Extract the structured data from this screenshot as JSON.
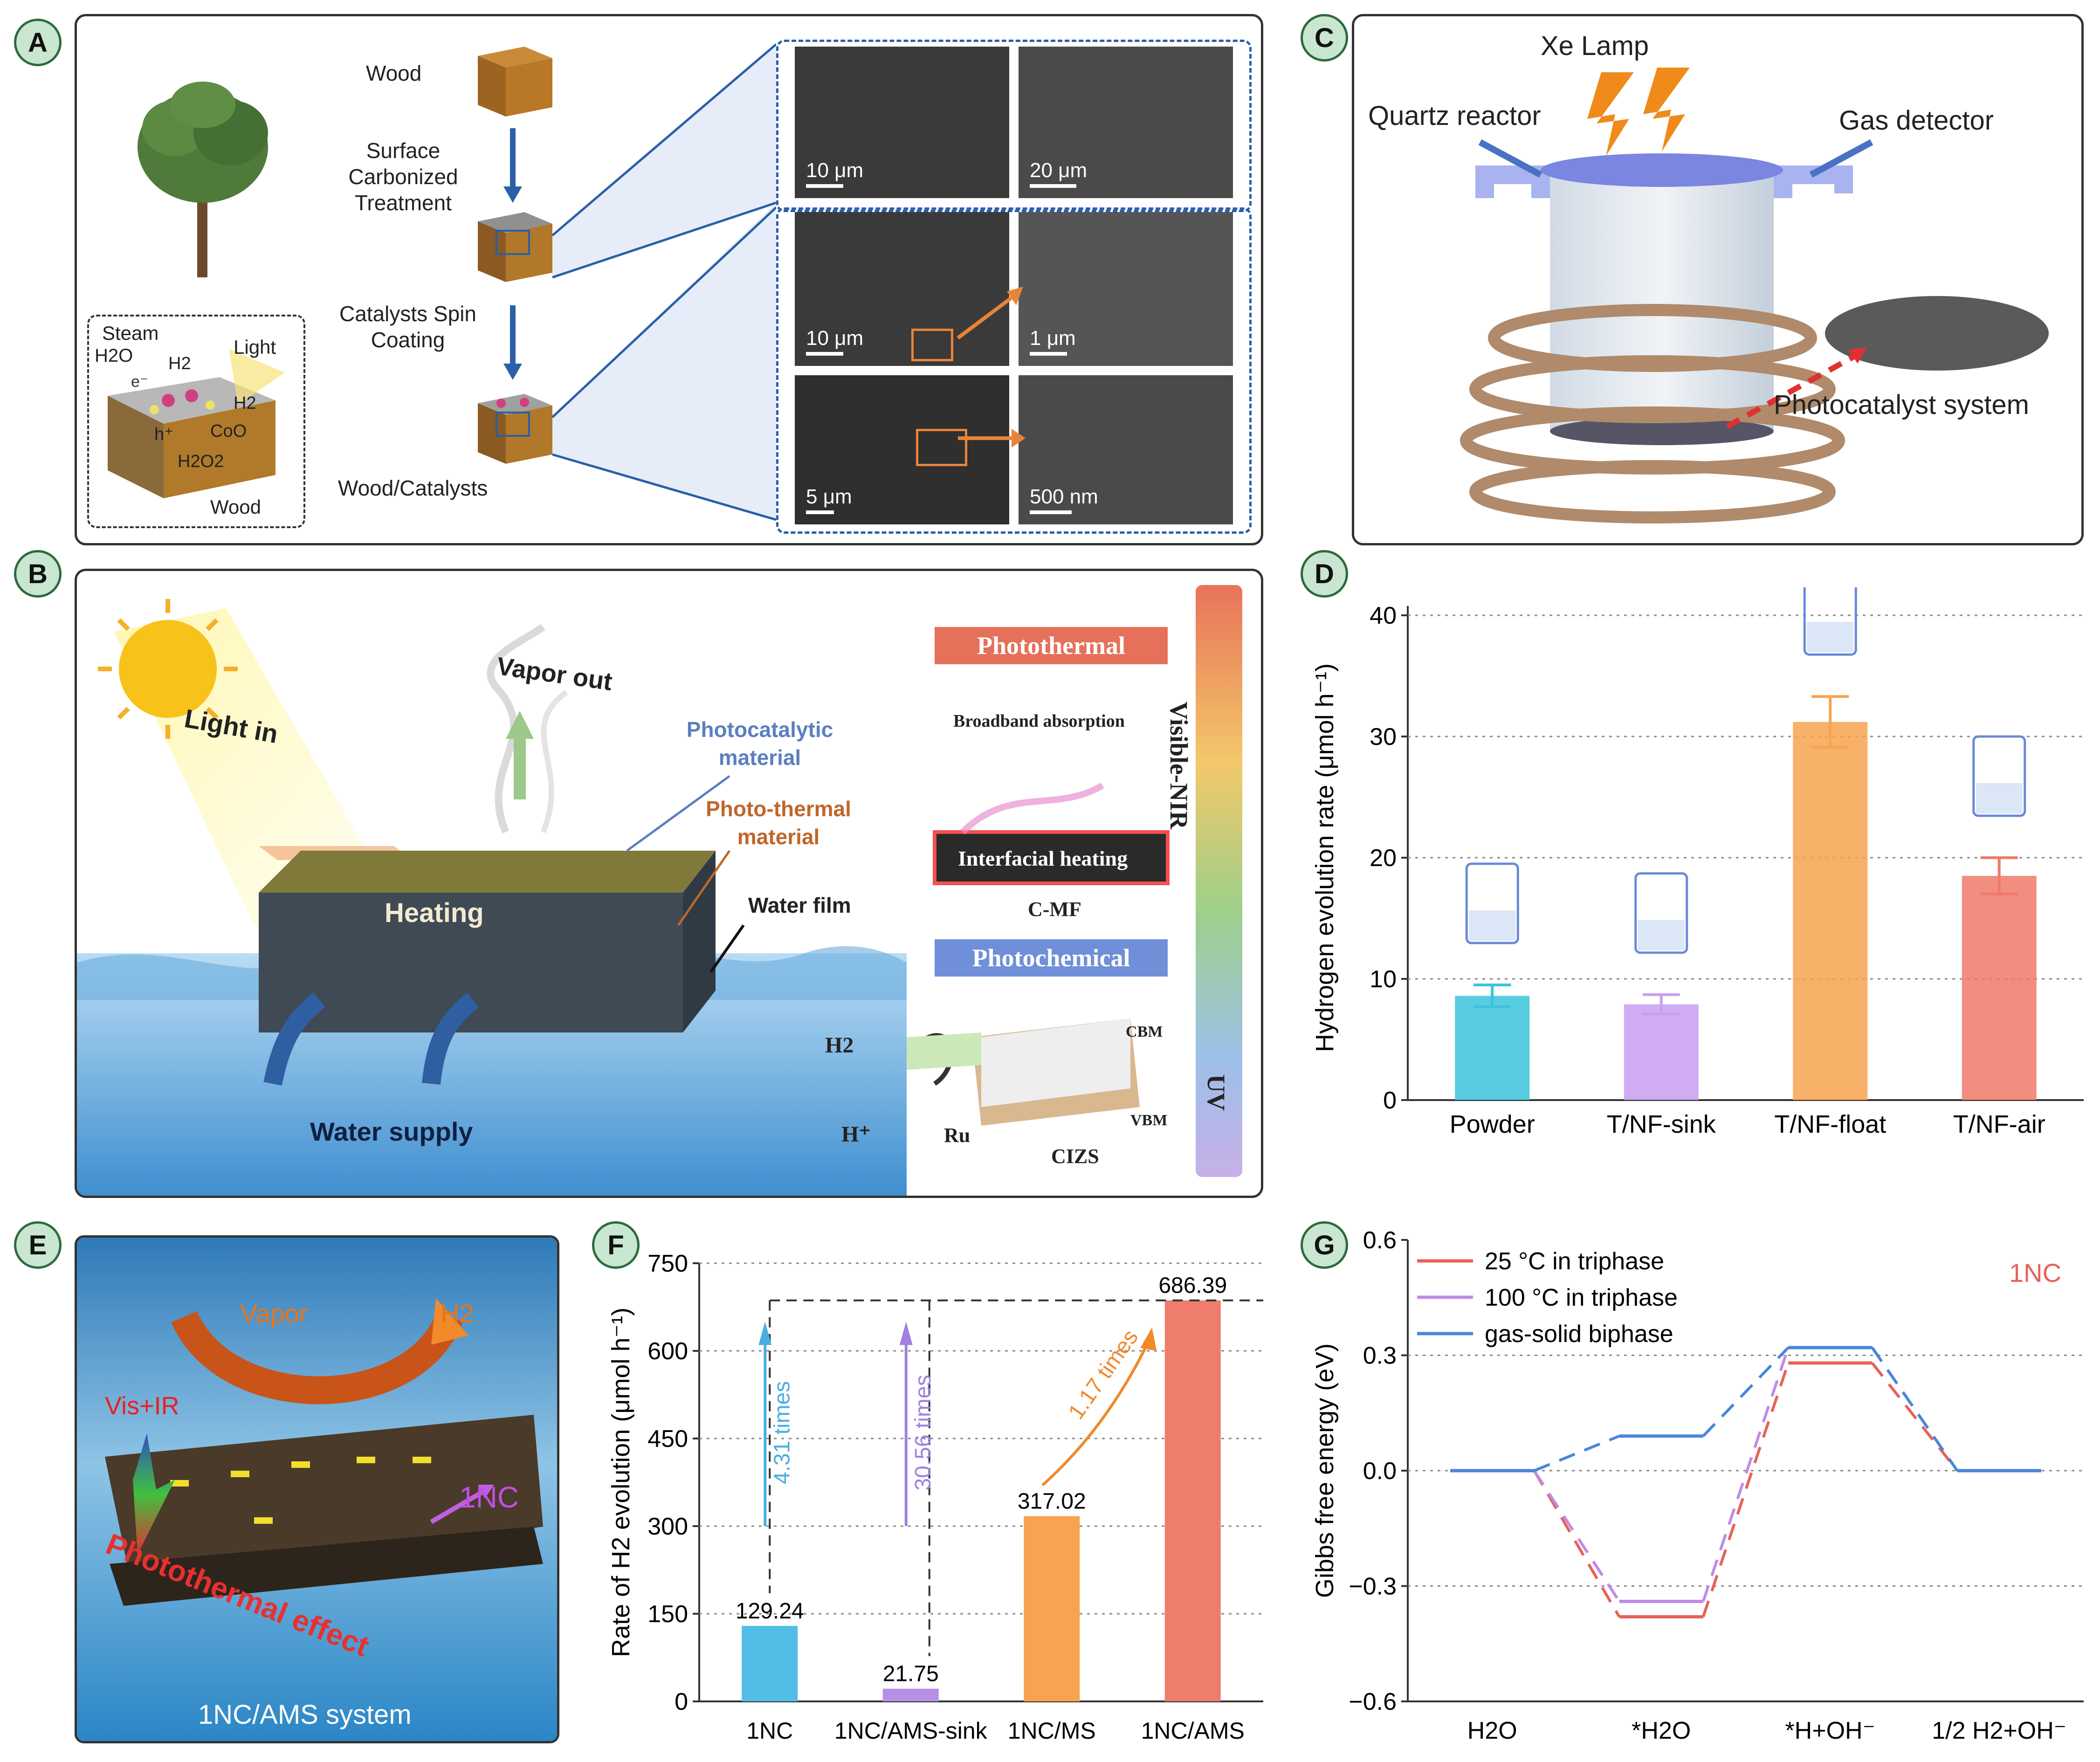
{
  "panel_labels": {
    "a": "A",
    "b": "B",
    "c": "C",
    "d": "D",
    "e": "E",
    "f": "F",
    "g": "G"
  },
  "panel_a": {
    "wood": "Wood",
    "step1": "Surface Carbonized Treatment",
    "step2": "Catalysts Spin Coating",
    "product": "Wood/Catalysts",
    "inset": {
      "steam": "Steam",
      "h2o": "H2O",
      "h2_a": "H2",
      "light": "Light",
      "h2_b": "H2",
      "e": "e⁻",
      "h": "h⁺",
      "coo": "CoO",
      "h2o2": "H2O2",
      "wood": "Wood"
    },
    "scalebars": [
      "10 μm",
      "20 μm",
      "10 μm",
      "1 μm",
      "5 μm",
      "500 nm"
    ]
  },
  "panel_b": {
    "light_in": "Light in",
    "vapor_out": "Vapor out",
    "photocatalytic": "Photocatalytic material",
    "photothermal_mat": "Photo-thermal material",
    "heating": "Heating",
    "water_film": "Water film",
    "water_supply": "Water supply",
    "h2": "H2",
    "hplus": "H⁺",
    "photothermal_badge": "Photothermal",
    "broadband": "Broadband absorption",
    "interfacial": "Interfacial heating",
    "cmf": "C-MF",
    "photochemical_badge": "Photochemical",
    "cbm": "CBM",
    "vbm": "VBM",
    "ru": "Ru",
    "cizs": "CIZS",
    "vis_nir": "Visible-NIR",
    "uv": "UV"
  },
  "panel_c": {
    "xe_lamp": "Xe Lamp",
    "quartz": "Quartz reactor",
    "gas_detector": "Gas detector",
    "photocatalyst": "Photocatalyst system"
  },
  "panel_e": {
    "vapor": "Vapor",
    "h2": "H2",
    "vis_ir": "Vis+IR",
    "onenc": "1NC",
    "effect": "Photothermal effect",
    "system": "1NC/AMS system"
  },
  "chart_data": [
    {
      "panel": "D",
      "type": "bar",
      "categories": [
        "Powder",
        "T/NF-sink",
        "T/NF-float",
        "T/NF-air"
      ],
      "values": [
        8.6,
        7.9,
        31.2,
        18.5
      ],
      "errors": [
        0.9,
        0.8,
        2.1,
        1.5
      ],
      "colors": [
        "#3cc3dc",
        "#c89ff0",
        "#f7a34f",
        "#f07a6a"
      ],
      "ylabel": "Hydrogen evolution rate (μmol h⁻¹)",
      "ylim": [
        0,
        40
      ],
      "yticks": [
        0,
        10,
        20,
        30,
        40
      ],
      "grid": true
    },
    {
      "panel": "F",
      "type": "bar",
      "categories": [
        "1NC",
        "1NC/AMS-sink",
        "1NC/MS",
        "1NC/AMS"
      ],
      "values": [
        129.24,
        21.75,
        317.02,
        686.39
      ],
      "value_labels": [
        "129.24",
        "21.75",
        "317.02",
        "686.39"
      ],
      "colors": [
        "#52bde6",
        "#b68fe6",
        "#f7a34f",
        "#ee7d6d"
      ],
      "ylabel": "Rate of H2 evolution (μmol h⁻¹)",
      "ylim": [
        0,
        750
      ],
      "yticks": [
        0,
        150,
        300,
        450,
        600,
        750
      ],
      "annotations": [
        "4.31 times",
        "30.56 times",
        "1.17 times"
      ],
      "grid": true
    },
    {
      "panel": "G",
      "type": "line",
      "categories": [
        "H2O",
        "*H2O",
        "*H+OH⁻",
        "1/2 H2+OH⁻"
      ],
      "series": [
        {
          "name": "25 °C in triphase",
          "values": [
            0.0,
            -0.38,
            0.28,
            0.0
          ],
          "color": "#e8615a"
        },
        {
          "name": "100 °C in triphase",
          "values": [
            0.0,
            -0.34,
            0.32,
            0.0
          ],
          "color": "#c08be8"
        },
        {
          "name": "gas-solid biphase",
          "values": [
            0.0,
            0.09,
            0.32,
            0.0
          ],
          "color": "#4a86d8"
        }
      ],
      "ylabel": "Gibbs free energy (eV)",
      "ylim": [
        -0.6,
        0.6
      ],
      "yticks": [
        -0.6,
        -0.3,
        0.0,
        0.3,
        0.6
      ],
      "ytick_labels": [
        "−0.6",
        "−0.3",
        "0.0",
        "0.3",
        "0.6"
      ],
      "annotation": "1NC",
      "grid": true
    }
  ]
}
